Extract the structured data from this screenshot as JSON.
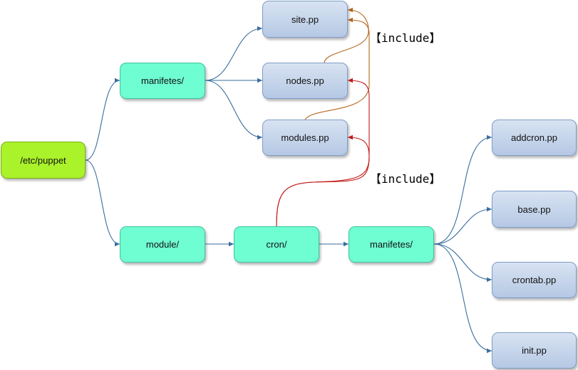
{
  "nodes": {
    "etc_puppet": "/etc/puppet",
    "manifests_top": "manifetes/",
    "module": "module/",
    "site_pp": "site.pp",
    "nodes_pp": "nodes.pp",
    "modules_pp": "modules.pp",
    "cron": "cron/",
    "manifests_cron": "manifetes/",
    "addcron_pp": "addcron.pp",
    "base_pp": "base.pp",
    "crontab_pp": "crontab.pp",
    "init_pp": "init.pp"
  },
  "labels": {
    "include_top": "【include】",
    "include_bottom": "【include】"
  },
  "colors": {
    "tree_edge": "#3a6e9e",
    "include_edge_top": "#b5651d",
    "include_edge_bottom": "#c41a1a"
  }
}
